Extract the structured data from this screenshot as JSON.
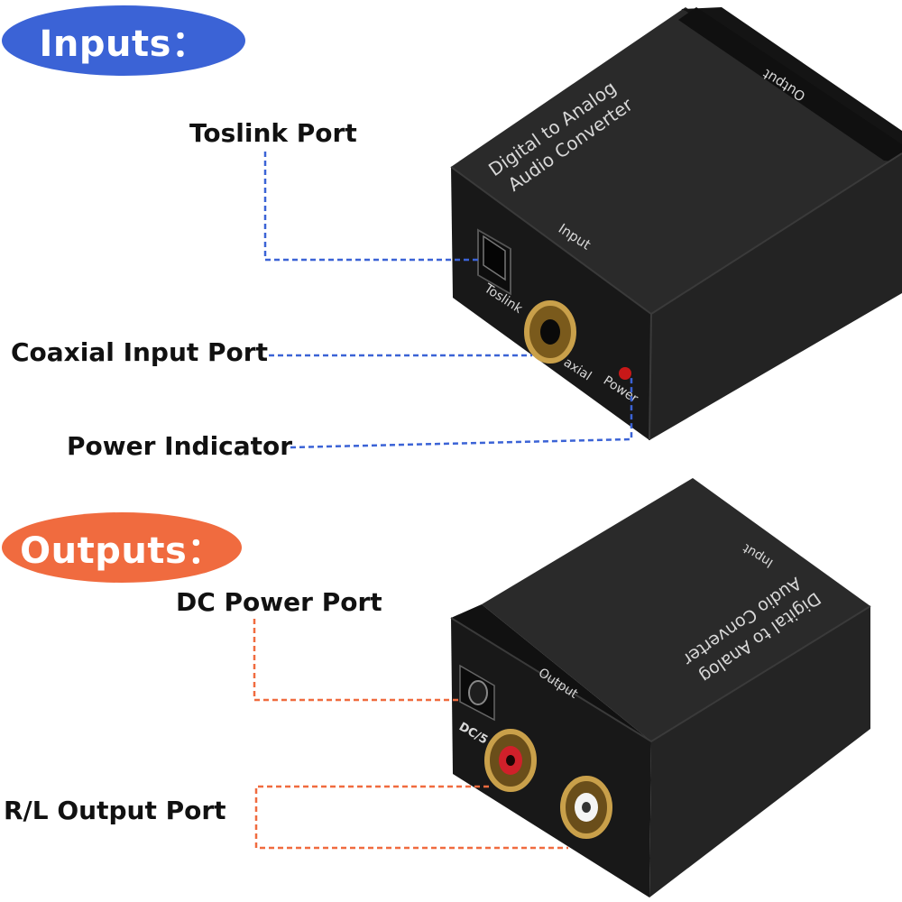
{
  "sections": {
    "inputs_heading": "Inputs：",
    "outputs_heading": "Outputs："
  },
  "callouts": {
    "toslink_port": "Toslink Port",
    "coaxial_input_port": "Coaxial Input Port",
    "power_indicator": "Power Indicator",
    "dc_power_port": "DC Power Port",
    "rl_output_port": "R/L Output Port"
  },
  "device_top": {
    "title_line1": "Digital to Analog",
    "title_line2": "Audio Converter",
    "side_label": "Input",
    "rear_label": "Output",
    "port_toslink": "Toslink",
    "port_coaxial": "axial",
    "port_power": "Power"
  },
  "device_bottom": {
    "title_line1": "Digital to Analog",
    "title_line2": "Audio Converter",
    "side_label": "Output",
    "rear_label": "Input",
    "port_dc": "DC/5"
  },
  "colors": {
    "inputs_accent": "#3b63d6",
    "outputs_accent": "#f06b3f",
    "device_body": "#1b1b1b",
    "rca_gold": "#b8892c",
    "rca_red": "#d0202a",
    "led_red": "#c81818"
  }
}
